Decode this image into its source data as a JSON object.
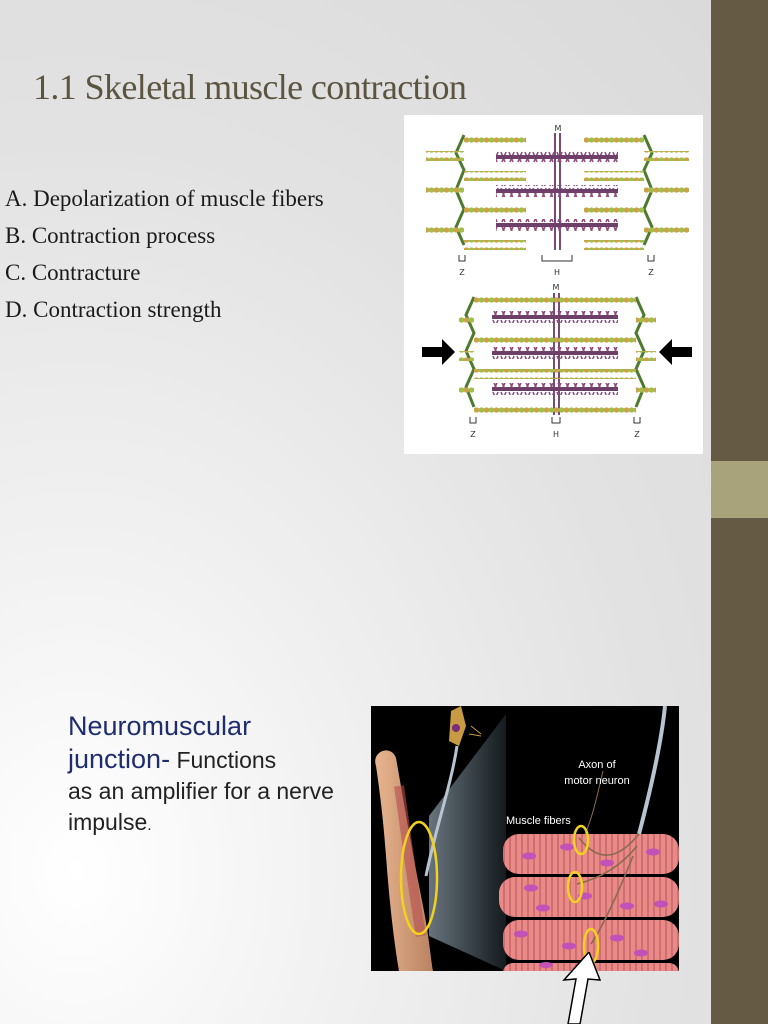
{
  "slide": {
    "title": "1.1 Skeletal muscle contraction",
    "items": [
      "A. Depolarization of muscle fibers",
      "B. Contraction process",
      "C. Contracture",
      "D. Contraction strength"
    ],
    "nmj": {
      "heading_line1": "Neuromuscular",
      "heading_line2": "junction-",
      "text_inline": " Functions",
      "text_rest": "as an amplifier for a nerve impulse",
      "text_end": "."
    }
  },
  "sarcomere_figure": {
    "labels": {
      "m": "M",
      "h": "H",
      "z": "Z"
    }
  },
  "nmj_figure": {
    "label_axon": [
      "Axon of",
      "motor neuron"
    ],
    "label_fibers": "Muscle fibers"
  },
  "colors": {
    "sidebar": "#655b45",
    "sidebar_accent": "#a8a37b",
    "title": "#5b5440",
    "heading": "#1f2d6e"
  }
}
